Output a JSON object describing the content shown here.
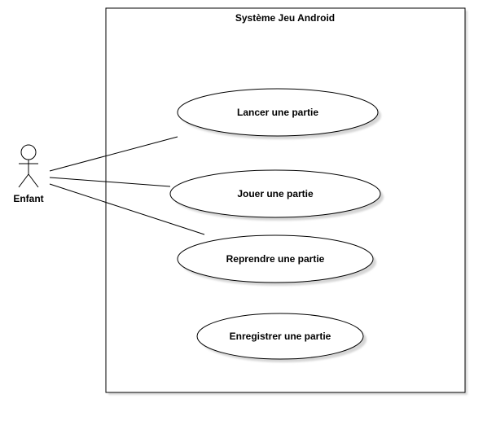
{
  "system": {
    "title": "Système Jeu Android"
  },
  "actor": {
    "name": "Enfant"
  },
  "use_cases": [
    {
      "label": "Lancer une partie"
    },
    {
      "label": "Jouer une partie"
    },
    {
      "label": "Reprendre une partie"
    },
    {
      "label": "Enregistrer une partie"
    }
  ],
  "colors": {
    "stroke": "#000000",
    "fill": "#ffffff",
    "shadow": "#d6d6d6"
  }
}
